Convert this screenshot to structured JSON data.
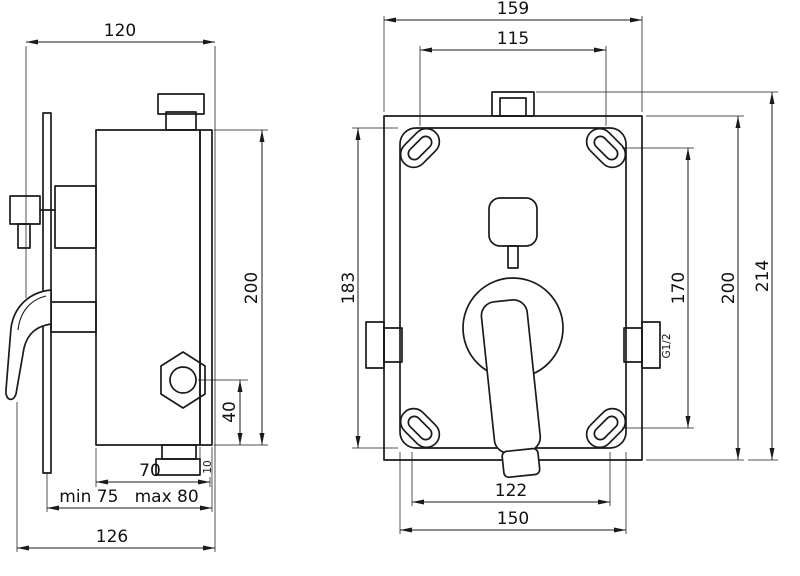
{
  "colors": {
    "line": "#1a1a1a",
    "background": "#ffffff"
  },
  "left_view": {
    "dim_depth": "120",
    "dim_body_height": "200",
    "dim_cap_offset": "40",
    "dim_body_depth": "70",
    "dim_plate_thickness": "10",
    "dim_install_depth": "min 75   max 80",
    "dim_total_depth": "126"
  },
  "right_view": {
    "dim_total_width": "159",
    "dim_hole_spacing_h": "115",
    "dim_frame_height": "183",
    "dim_hole_spacing_v": "170",
    "dim_body_height": "200",
    "dim_total_height": "214",
    "thread_label": "G1/2",
    "dim_bottom_spacing": "122",
    "dim_frame_width": "150"
  }
}
